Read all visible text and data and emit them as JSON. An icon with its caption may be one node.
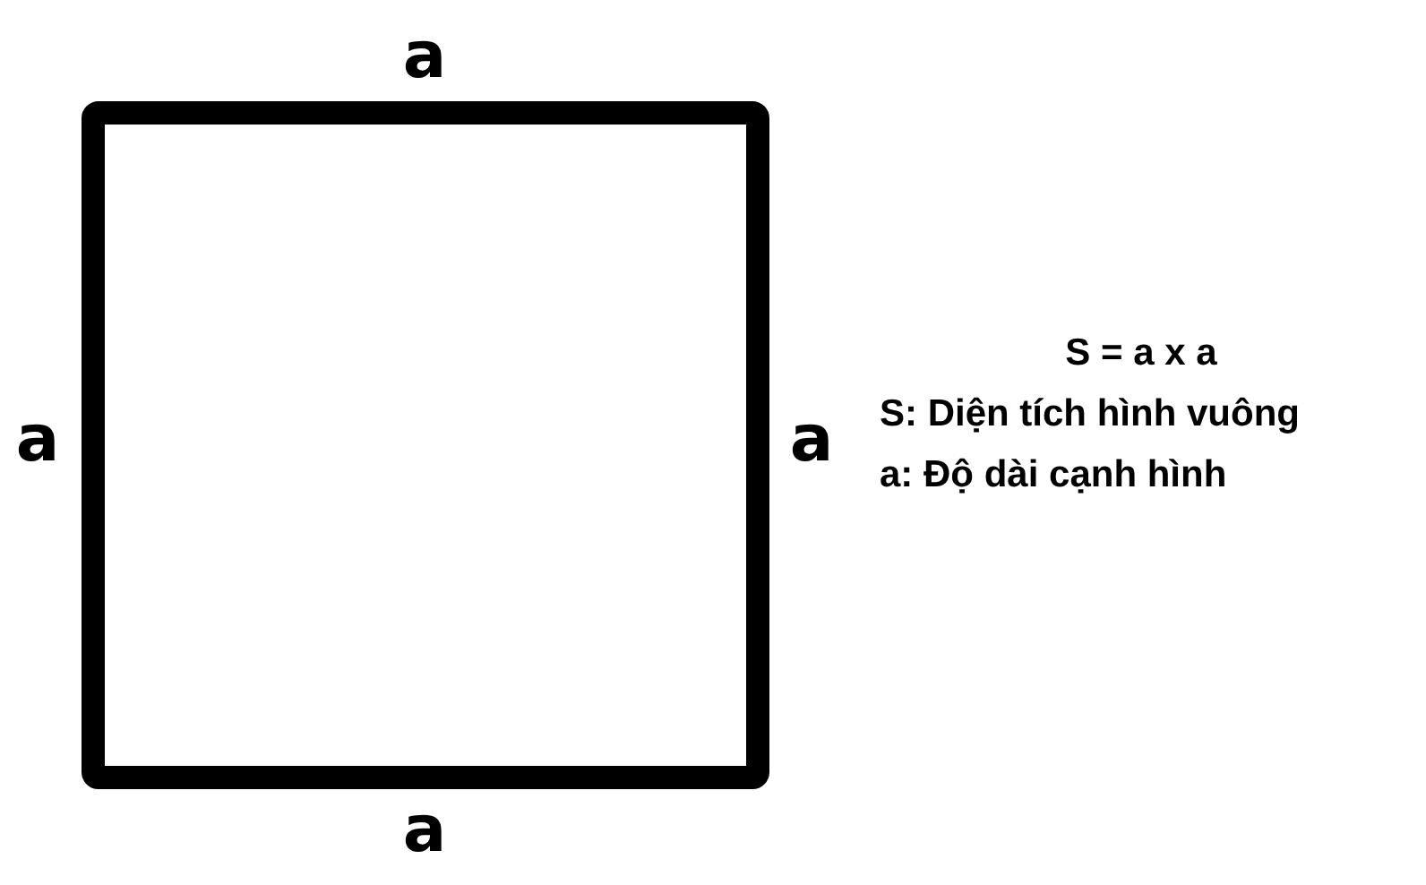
{
  "diagram": {
    "labels": [
      "a",
      "a",
      "a",
      "a",
      "S = a x a",
      "S: Diện tích hình vuông",
      "a: Độ dài cạnh hình"
    ]
  }
}
